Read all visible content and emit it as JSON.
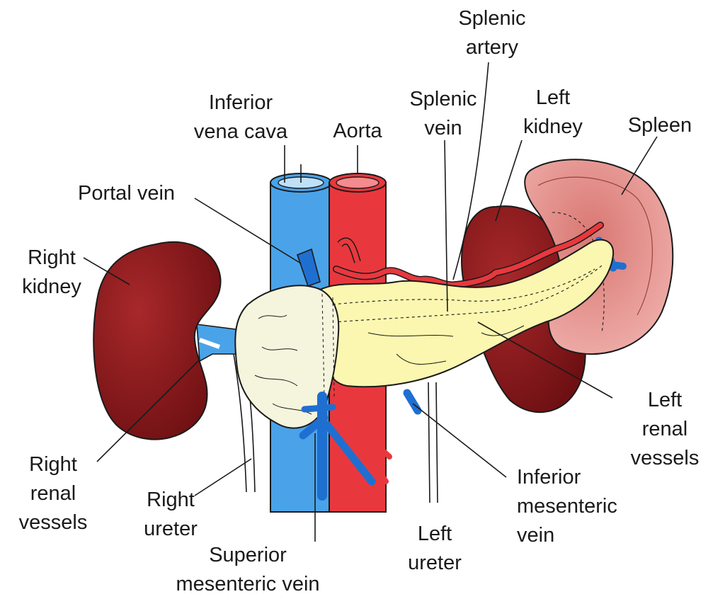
{
  "labels": {
    "splenic_artery": [
      "Splenic",
      "artery"
    ],
    "inferior_vena_cava": [
      "Inferior",
      "vena cava"
    ],
    "aorta": [
      "Aorta"
    ],
    "splenic_vein": [
      "Splenic",
      "vein"
    ],
    "left_kidney": [
      "Left",
      "kidney"
    ],
    "spleen": [
      "Spleen"
    ],
    "portal_vein": [
      "Portal vein"
    ],
    "right_kidney": [
      "Right",
      "kidney"
    ],
    "left_renal_vessels": [
      "Left",
      "renal",
      "vessels"
    ],
    "right_renal_vessels": [
      "Right",
      "renal",
      "vessels"
    ],
    "right_ureter": [
      "Right",
      "ureter"
    ],
    "inferior_mesenteric_vein": [
      "Inferior",
      "mesenteric",
      "vein"
    ],
    "left_ureter": [
      "Left",
      "ureter"
    ],
    "superior_mesenteric_vein": [
      "Superior",
      "mesenteric vein"
    ]
  },
  "colors": {
    "vein": "#4aa3e8",
    "vein_dark": "#1f6fd1",
    "artery": "#e8383d",
    "kidney": "#8e1b1e",
    "spleen": "#e89a98",
    "pancreas": "#fbf7b0",
    "head_of_pancreas": "#f5f5de",
    "leader": "#1a1a1a"
  }
}
